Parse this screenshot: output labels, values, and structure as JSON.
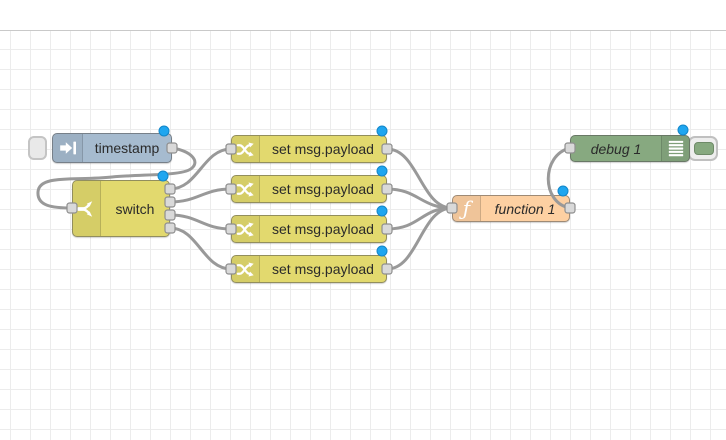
{
  "app": {
    "name": "Node-RED flow editor",
    "view": "flow canvas"
  },
  "colors": {
    "inject_node": "#a6bbcf",
    "switch_node": "#e2d96e",
    "change_node": "#e2d96e",
    "function_node": "#fdd0a2",
    "debug_node": "#87a980",
    "wire": "#999999",
    "port_fill": "#d9d9d9",
    "changed_indicator": "#1fa6f0",
    "grid_line": "#ececec",
    "canvas_edge": "#c9c9c9"
  },
  "nodes": [
    {
      "type": "inject",
      "label": "timestamp",
      "icon": "inject-arrow-icon",
      "inputs": 0,
      "outputs": 1,
      "has_button": true,
      "changed": true
    },
    {
      "type": "switch",
      "label": "switch",
      "icon": "fork-icon",
      "inputs": 1,
      "outputs": 4,
      "changed": true
    },
    {
      "type": "change",
      "label": "set msg.payload",
      "icon": "swap-icon",
      "inputs": 1,
      "outputs": 1,
      "changed": true
    },
    {
      "type": "change",
      "label": "set msg.payload",
      "icon": "swap-icon",
      "inputs": 1,
      "outputs": 1,
      "changed": true
    },
    {
      "type": "change",
      "label": "set msg.payload",
      "icon": "swap-icon",
      "inputs": 1,
      "outputs": 1,
      "changed": true
    },
    {
      "type": "change",
      "label": "set msg.payload",
      "icon": "swap-icon",
      "inputs": 1,
      "outputs": 1,
      "changed": true
    },
    {
      "type": "function",
      "label": "function 1",
      "icon": "function-f-icon",
      "glyph": "ƒ",
      "inputs": 1,
      "outputs": 1,
      "changed": true
    },
    {
      "type": "debug",
      "label": "debug 1",
      "icon": "debug-list-icon",
      "inputs": 1,
      "outputs": 0,
      "has_toggle": true,
      "toggle_enabled": true,
      "changed": true
    }
  ],
  "wires": [
    {
      "from": "timestamp",
      "to": "switch"
    },
    {
      "from": "switch output 1",
      "to": "set msg.payload (1)"
    },
    {
      "from": "switch output 2",
      "to": "set msg.payload (2)"
    },
    {
      "from": "switch output 3",
      "to": "set msg.payload (3)"
    },
    {
      "from": "switch output 4",
      "to": "set msg.payload (4)"
    },
    {
      "from": "set msg.payload (1)",
      "to": "function 1"
    },
    {
      "from": "set msg.payload (2)",
      "to": "function 1"
    },
    {
      "from": "set msg.payload (3)",
      "to": "function 1"
    },
    {
      "from": "set msg.payload (4)",
      "to": "function 1"
    },
    {
      "from": "function 1",
      "to": "debug 1"
    }
  ]
}
